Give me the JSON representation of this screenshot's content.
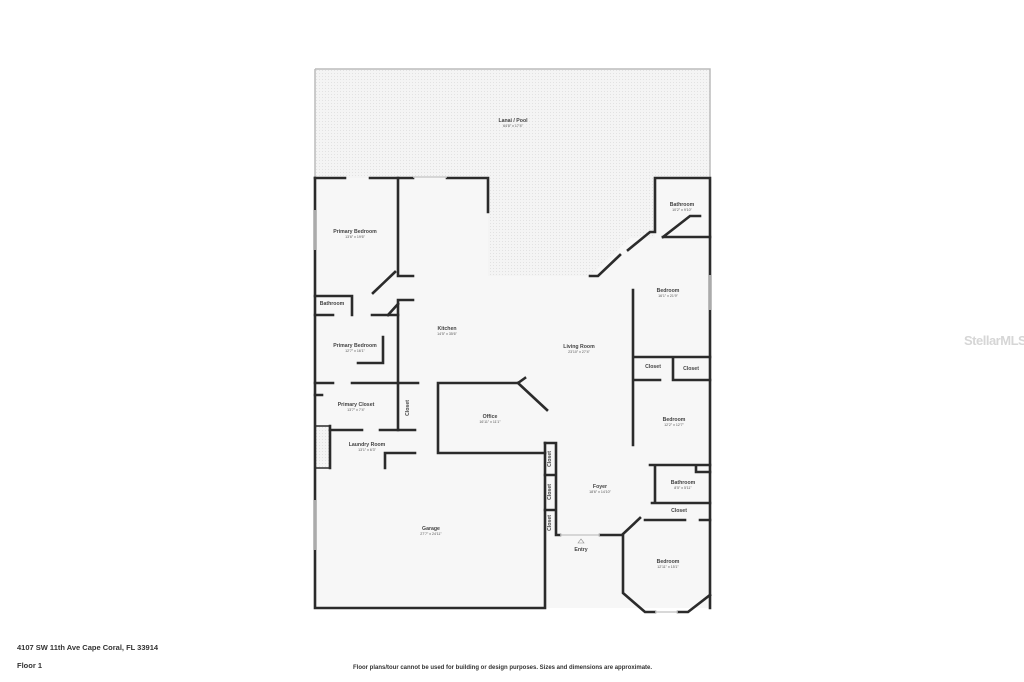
{
  "address": "4107 SW 11th Ave Cape Coral, FL 33914",
  "floor": "Floor 1",
  "disclaimer": "Floor plans/tour cannot be used for building or design purposes. Sizes and dimensions are approximate.",
  "watermark": "StellarMLS",
  "rooms": [
    {
      "name": "Lanai / Pool",
      "dim": "64'8\" x 17'4\""
    },
    {
      "name": "Primary Bedroom",
      "dim": "13'6\" x 19'6\""
    },
    {
      "name": "Bathroom",
      "dim": ""
    },
    {
      "name": "Kitchen",
      "dim": "14'5\" x 35'6\""
    },
    {
      "name": "Living Room",
      "dim": "23'10\" x 27'4\""
    },
    {
      "name": "Primary Bedroom",
      "dim": "12'7\" x 16'1\""
    },
    {
      "name": "Primary Closet",
      "dim": "13'7\" x 7'4\""
    },
    {
      "name": "Laundry Room",
      "dim": "13'1\" x 6'3\""
    },
    {
      "name": "Office",
      "dim": "16'11\" x 11'1\""
    },
    {
      "name": "Bathroom",
      "dim": "10'2\" x 9'10\""
    },
    {
      "name": "Bedroom",
      "dim": "16'1\" x 21'9\""
    },
    {
      "name": "Closet",
      "dim": ""
    },
    {
      "name": "Closet",
      "dim": ""
    },
    {
      "name": "Bedroom",
      "dim": "12'2\" x 12'7\""
    },
    {
      "name": "Foyer",
      "dim": "18'6\" x 14'10\""
    },
    {
      "name": "Bathroom",
      "dim": "8'5\" x 5'11\""
    },
    {
      "name": "Closet",
      "dim": ""
    },
    {
      "name": "Garage",
      "dim": "27'7\" x 24'11\""
    },
    {
      "name": "Bedroom",
      "dim": "12'11\" x 15'1\""
    },
    {
      "name": "Entry",
      "dim": ""
    }
  ],
  "vertical_closets": [
    "Closet",
    "Closet",
    "Closet",
    "Closet"
  ],
  "colors": {
    "wall": "#2b2b2b",
    "lanai": "#f0f0f0",
    "floor": "#f7f7f7"
  }
}
